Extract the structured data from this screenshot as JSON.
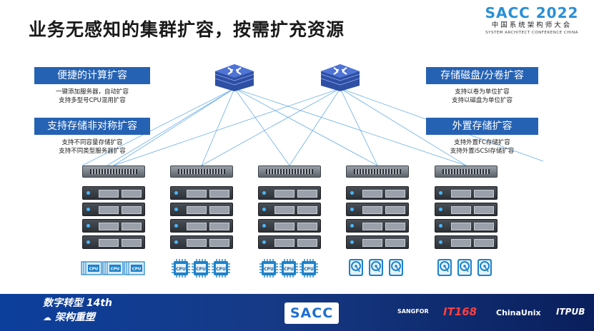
{
  "title": "业务无感知的集群扩容，按需扩充资源",
  "logo": {
    "main": "SACC 2022",
    "cn": "中国系统架构师大会",
    "en": "SYSTEM ARCHITECT CONFERENCE CHINA"
  },
  "left_features": [
    {
      "label": "便捷的计算扩容",
      "desc": [
        "一键添加服务器，自动扩容",
        "支持多型号CPU混用扩容"
      ]
    },
    {
      "label": "支持存储非对称扩容",
      "desc": [
        "支持不同容量存储扩容",
        "支持不同类型服务器扩容"
      ]
    }
  ],
  "right_features": [
    {
      "label": "存储磁盘/分卷扩容",
      "desc": [
        "支持以卷为单位扩容",
        "支持以磁盘为单位扩容"
      ]
    },
    {
      "label": "外置存储扩容",
      "desc": [
        "支持外置FC存储扩容",
        "支持外置iSCSI存储扩容"
      ]
    }
  ],
  "chip_label": "CPU",
  "footer": {
    "line1": "数字转型 14th",
    "line2": "架构重塑",
    "sacc": "SACC",
    "sponsors": [
      "SANGFOR",
      "IT168",
      "ChinaUnix",
      "ITPUB"
    ]
  },
  "colors": {
    "feature_bg": "#2562b3",
    "accent": "#2a8fd6",
    "footer_bg": "#0c3f9c"
  }
}
